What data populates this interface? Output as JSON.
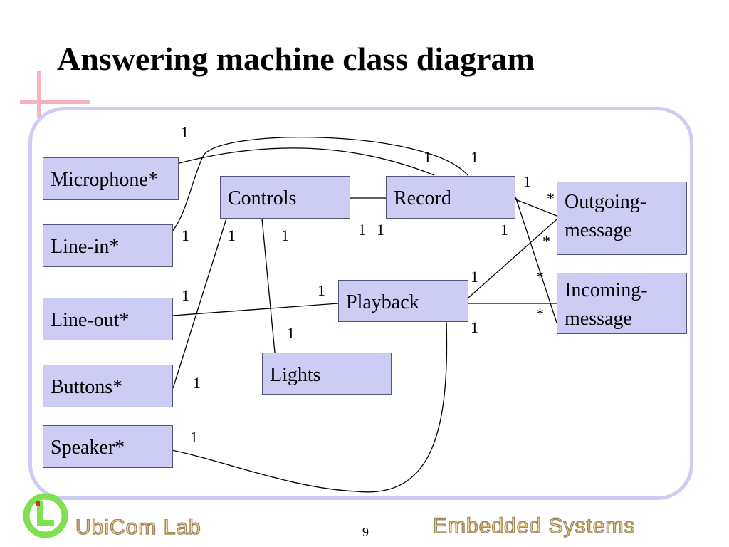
{
  "slide": {
    "title": "Answering machine class diagram",
    "page_number": "9",
    "footer_left": "UbiCom Lab",
    "footer_right": "Embedded Systems"
  },
  "classes": {
    "microphone": "Microphone*",
    "line_in": "Line-in*",
    "line_out": "Line-out*",
    "buttons": "Buttons*",
    "speaker": "Speaker*",
    "controls": "Controls",
    "record": "Record",
    "playback": "Playback",
    "lights": "Lights",
    "outgoing_message": [
      "Outgoing-",
      "message"
    ],
    "incoming_message": [
      "Incoming-",
      "message"
    ]
  },
  "multiplicities": {
    "m_mic_top": "1",
    "m_record_top_left": "1",
    "m_record_top_right": "1",
    "m_record_right": "1",
    "m_star_out_top": "*",
    "m_linein": "1",
    "m_controls_a": "1",
    "m_controls_b": "1",
    "m_controls_record_1": "1",
    "m_controls_record_2": "1",
    "m_record_bottom_right": "1",
    "m_star_out_bottom": "*",
    "m_lineout": "1",
    "m_playback_left": "1",
    "m_playback_right_top": "1",
    "m_star_in_top": "*",
    "m_star_in_bottom": "*",
    "m_playback_right_bottom": "1",
    "m_lights": "1",
    "m_buttons": "1",
    "m_speaker": "1"
  },
  "colors": {
    "box_fill": "#ccccf4",
    "frame": "#ccccf4",
    "accent_cross": "#f6b3bf",
    "footer_text": "#ffde9a",
    "logo_green": "#7fe050"
  }
}
